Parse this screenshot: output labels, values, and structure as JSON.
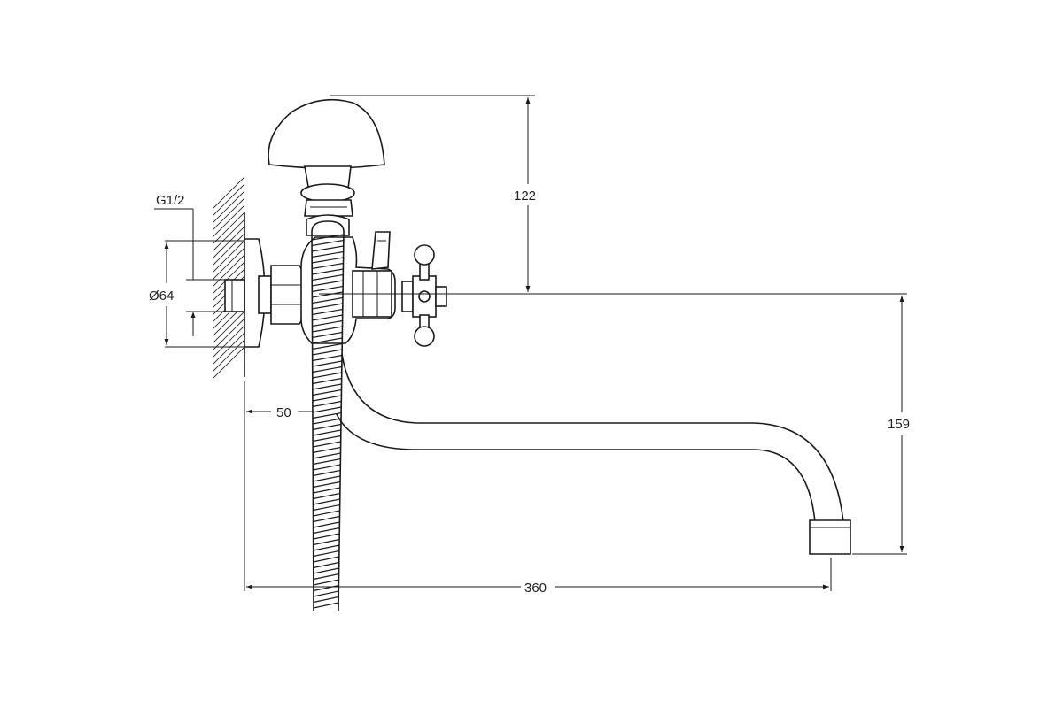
{
  "dimensions": {
    "thread": "G1/2",
    "flange_diameter": "Ø64",
    "wall_offset": "50",
    "top_height": "122",
    "spout_drop": "159",
    "spout_reach": "360"
  }
}
